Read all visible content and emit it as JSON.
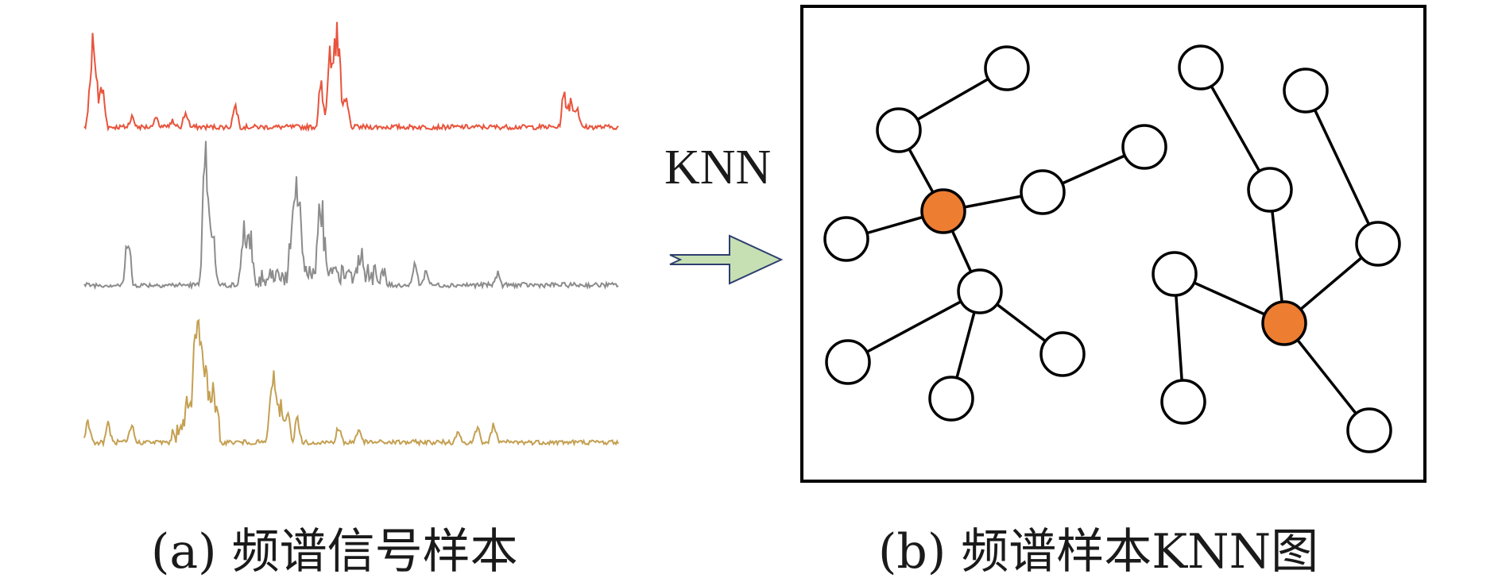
{
  "panel_a": {
    "caption": "(a) 频谱信号样本",
    "spectra": [
      {
        "color": "#e8543c",
        "peaks": [
          [
            8,
            55
          ],
          [
            11,
            80
          ],
          [
            14,
            60
          ],
          [
            20,
            45
          ],
          [
            24,
            40
          ],
          [
            60,
            18
          ],
          [
            90,
            14
          ],
          [
            112,
            10
          ],
          [
            128,
            24
          ],
          [
            190,
            45
          ],
          [
            298,
            78
          ],
          [
            308,
            95
          ],
          [
            313,
            72
          ],
          [
            318,
            150
          ],
          [
            323,
            60
          ],
          [
            330,
            40
          ],
          [
            604,
            62
          ],
          [
            612,
            45
          ],
          [
            620,
            38
          ]
        ]
      },
      {
        "color": "#8c8c8c",
        "peaks": [
          [
            55,
            95
          ],
          [
            150,
            75
          ],
          [
            153,
            150
          ],
          [
            158,
            90
          ],
          [
            163,
            65
          ],
          [
            200,
            80
          ],
          [
            205,
            55
          ],
          [
            210,
            65
          ],
          [
            262,
            90
          ],
          [
            267,
            110
          ],
          [
            272,
            80
          ],
          [
            296,
            105
          ],
          [
            300,
            85
          ],
          [
            348,
            40
          ],
          [
            416,
            35
          ],
          [
            430,
            25
          ],
          [
            520,
            22
          ]
        ]
      },
      {
        "color": "#c4a052",
        "peaks": [
          [
            5,
            35
          ],
          [
            30,
            30
          ],
          [
            60,
            28
          ],
          [
            130,
            60
          ],
          [
            138,
            120
          ],
          [
            143,
            150
          ],
          [
            148,
            110
          ],
          [
            155,
            95
          ],
          [
            163,
            70
          ],
          [
            235,
            70
          ],
          [
            240,
            90
          ],
          [
            247,
            65
          ],
          [
            256,
            55
          ],
          [
            268,
            40
          ],
          [
            320,
            25
          ],
          [
            345,
            22
          ],
          [
            470,
            20
          ],
          [
            495,
            25
          ],
          [
            515,
            30
          ]
        ]
      }
    ]
  },
  "panel_b": {
    "caption": "(b) 频谱样本KNN图",
    "edge_label": "KNN",
    "node_fill": "#ffffff",
    "center_fill": "#ed7d31",
    "arrow_fill": "#c6e0b4",
    "arrow_stroke": "#2f3f6f"
  }
}
